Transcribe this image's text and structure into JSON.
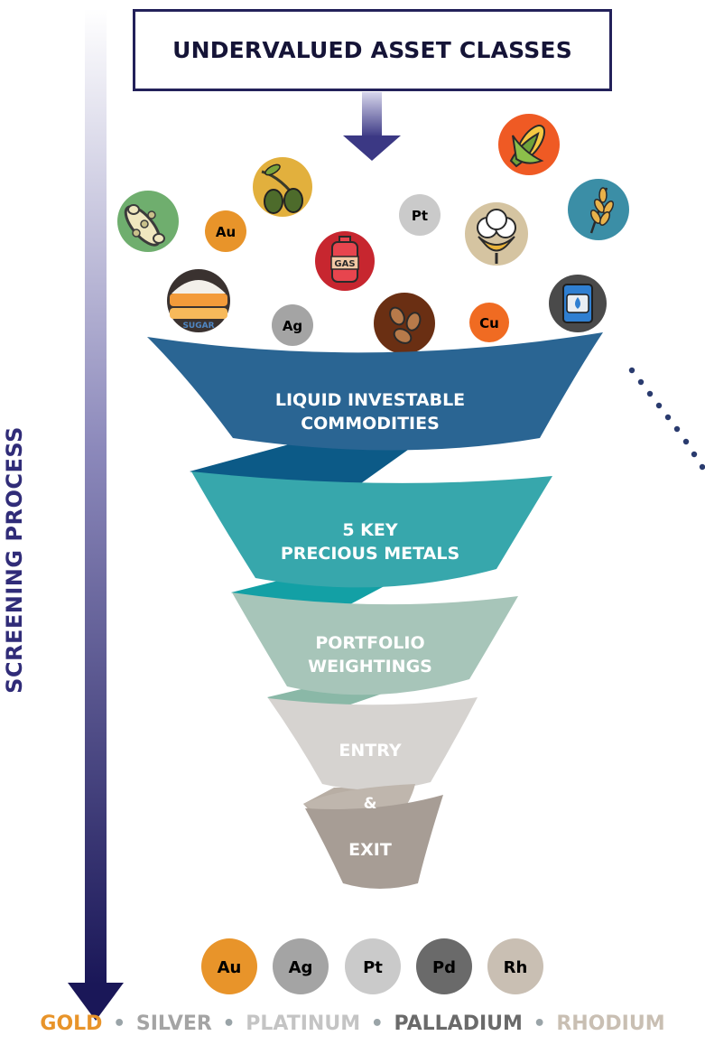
{
  "header": {
    "title": "UNDERVALUED ASSET CLASSES"
  },
  "side_label": "SCREENING PROCESS",
  "commodity_icons": {
    "gold": "Au",
    "platinum": "Pt",
    "silver": "Ag",
    "copper": "Cu",
    "gas_tank_label": "GAS",
    "sugar_label": "SUGAR"
  },
  "funnel": {
    "stage1": {
      "line1": "LIQUID INVESTABLE",
      "line2": "COMMODITIES"
    },
    "stage2": {
      "line1": "5 KEY",
      "line2": "PRECIOUS METALS"
    },
    "stage3": {
      "line1": "PORTFOLIO",
      "line2": "WEIGHTINGS"
    },
    "stage4": {
      "line1": "ENTRY"
    },
    "stage5": {
      "line1": "&"
    },
    "stage6": {
      "line1": "EXIT"
    }
  },
  "metal_badges": [
    "Au",
    "Ag",
    "Pt",
    "Pd",
    "Rh"
  ],
  "metal_names": [
    "GOLD",
    "SILVER",
    "PLATINUM",
    "PALLADIUM",
    "RHODIUM"
  ],
  "separator": "•",
  "colors": {
    "gold": "#e8942a",
    "silver": "#a4a4a4",
    "platinum": "#cacaca",
    "palladium": "#6a6a6a",
    "rhodium": "#c9bfb3",
    "navy": "#1f1c5e",
    "funnel_blue": "#2d6a9a",
    "funnel_teal": "#35a7ae",
    "funnel_sage": "#a3c3b7"
  }
}
